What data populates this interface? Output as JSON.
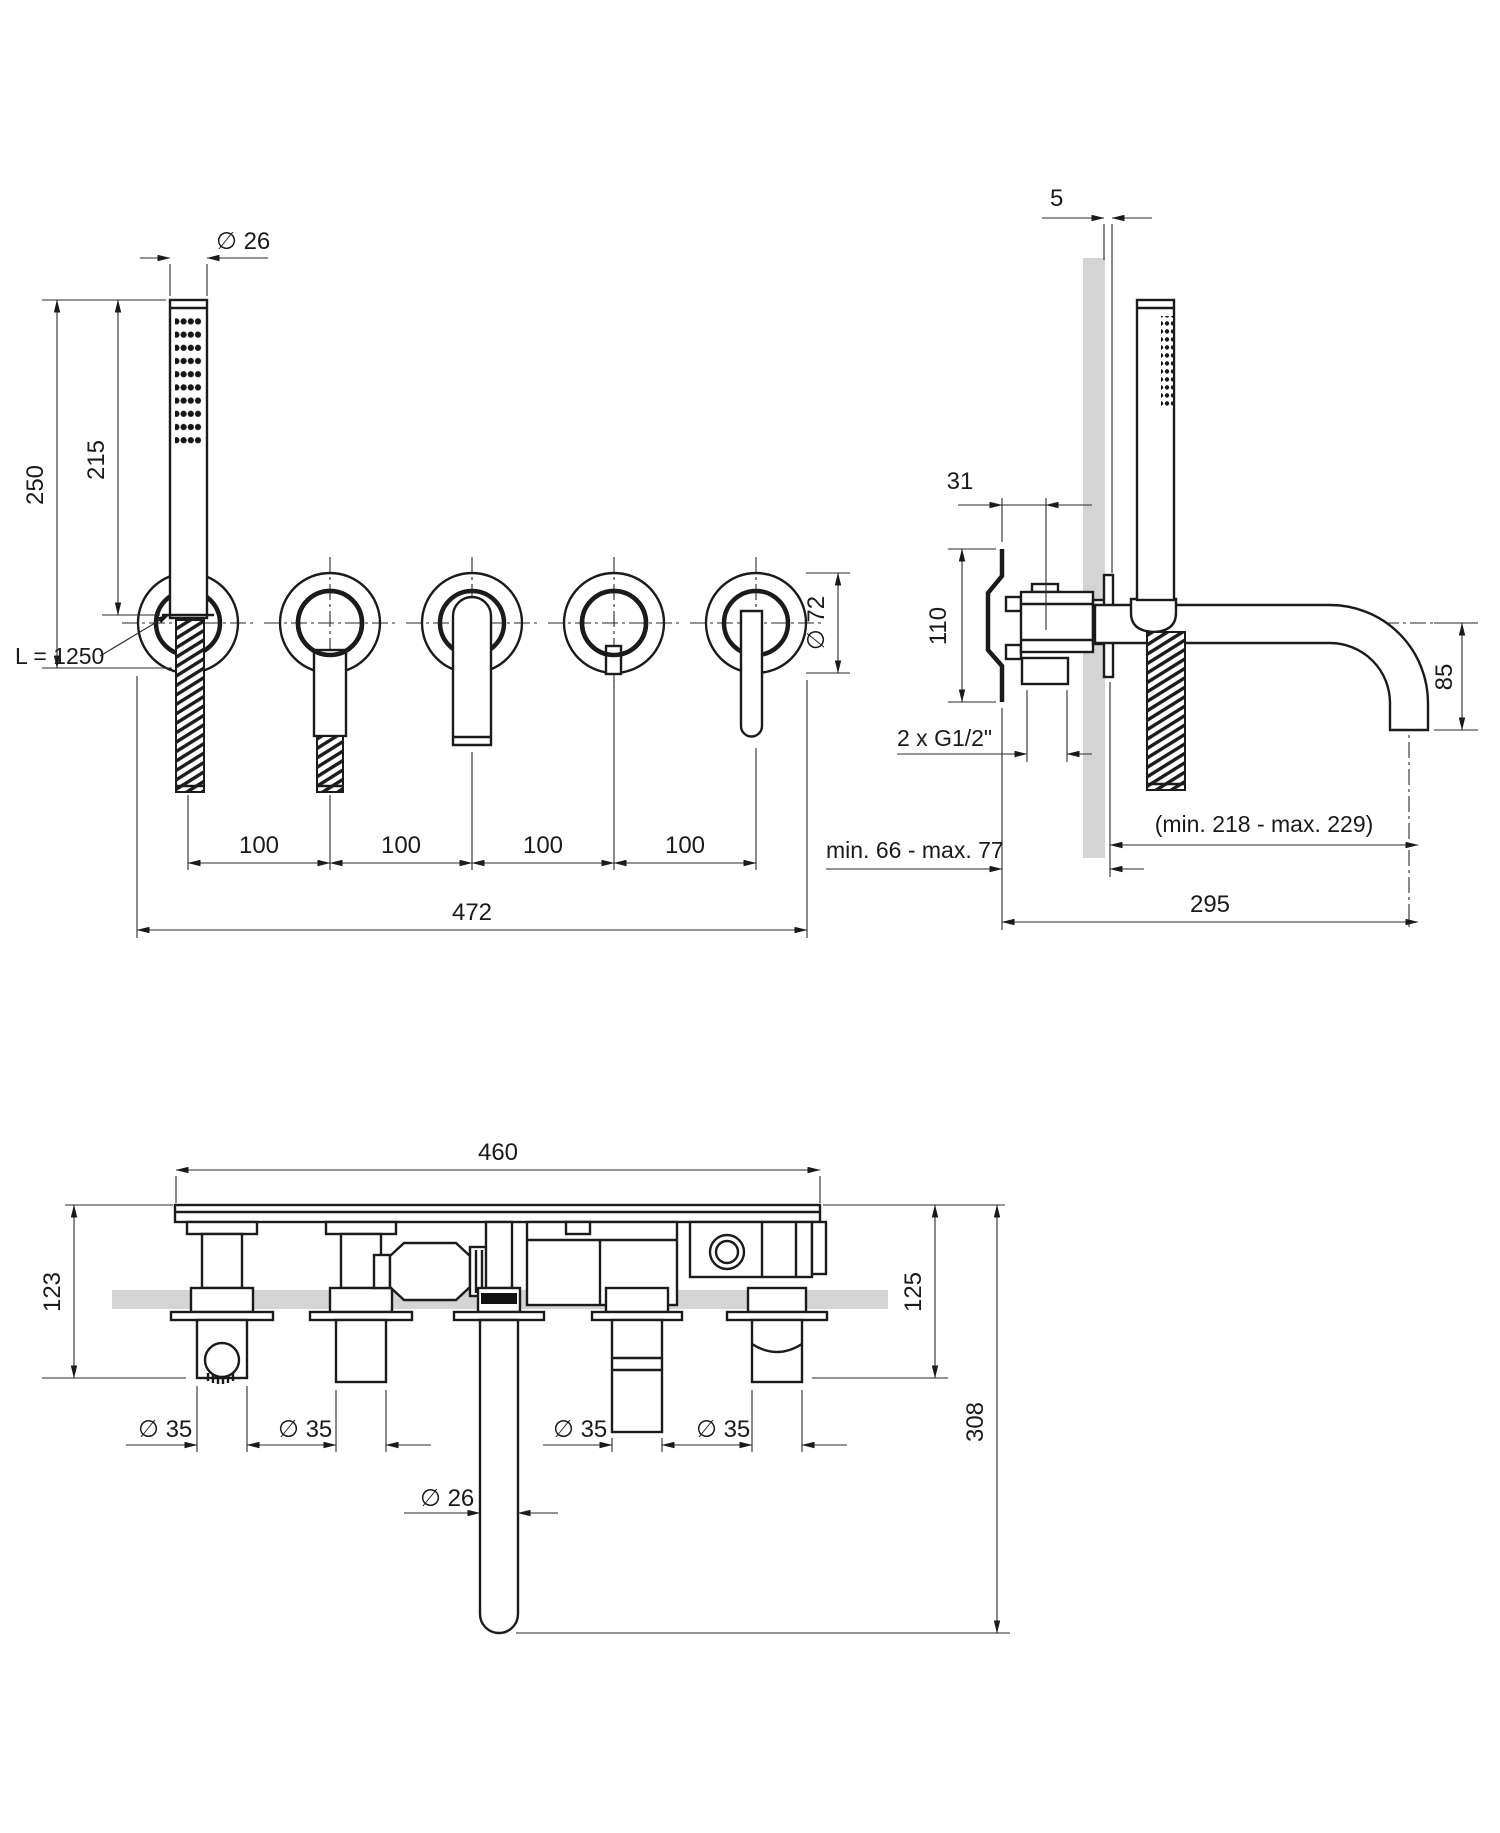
{
  "front_view": {
    "dia26": "∅ 26",
    "h215": "215",
    "h250": "250",
    "hose_length": "L = 1250",
    "dia72": "∅ 72",
    "spacing": [
      "100",
      "100",
      "100",
      "100"
    ],
    "total": "472"
  },
  "side_view": {
    "off5": "5",
    "off31": "31",
    "h110": "110",
    "ports": "2 x G1/2\"",
    "drop85": "85",
    "wall_range": "min. 66 - max. 77",
    "reach_range": "(min. 218 - max. 229)",
    "total": "295"
  },
  "bottom_view": {
    "width": "460",
    "h123": "123",
    "h125": "125",
    "h308": "308",
    "d35": [
      "∅ 35",
      "∅ 35",
      "∅ 35",
      "∅ 35"
    ],
    "d26": "∅ 26"
  },
  "colors": {
    "line": "#1b1b1b",
    "dim": "#2a2a2a",
    "wall": "#d4d4d4"
  }
}
